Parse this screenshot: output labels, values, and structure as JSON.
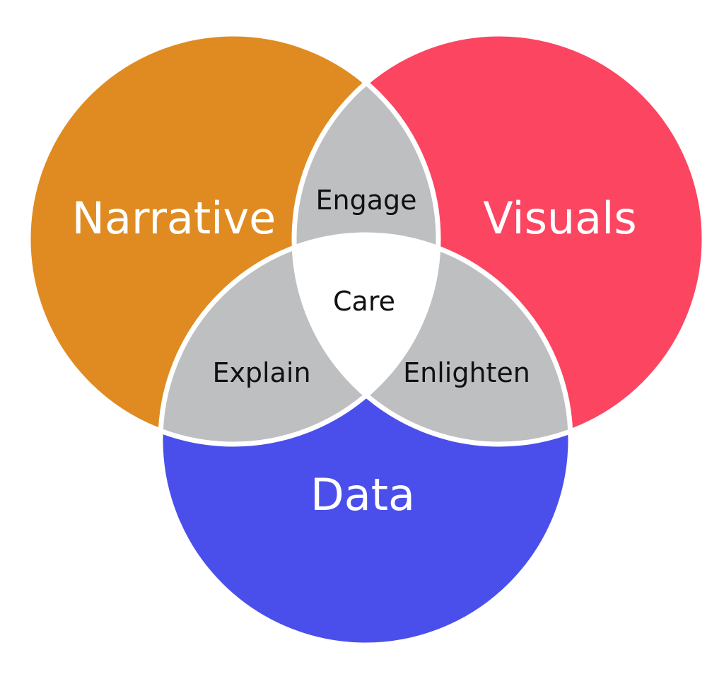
{
  "diagram": {
    "sets": [
      {
        "id": "narrative",
        "label": "Narrative",
        "color": "#DF8B22"
      },
      {
        "id": "visuals",
        "label": "Visuals",
        "color": "#FB4561"
      },
      {
        "id": "data",
        "label": "Data",
        "color": "#4A4FEB"
      }
    ],
    "intersections": {
      "narrative_visuals": "Engage",
      "narrative_data": "Explain",
      "visuals_data": "Enlighten",
      "all": "Care"
    },
    "colors": {
      "pairwise_overlap": "#BEBFC1",
      "center_overlap": "#FFFFFF",
      "outline": "#FFFFFF"
    }
  }
}
